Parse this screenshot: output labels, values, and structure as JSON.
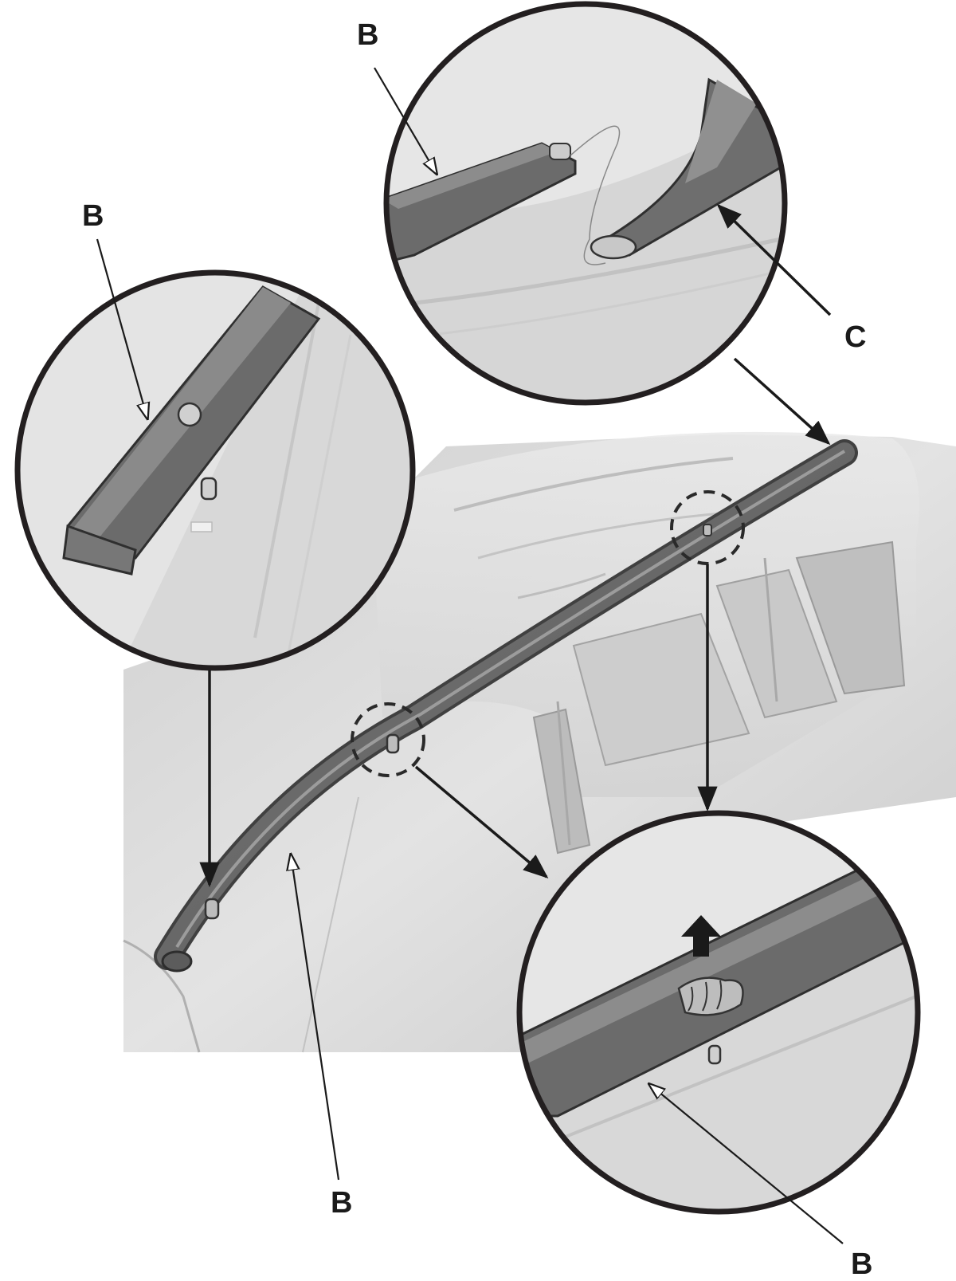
{
  "callouts": {
    "b_top": "B",
    "b_left": "B",
    "c_top_right": "C",
    "b_bottom_center": "B",
    "b_bottom_right": "B"
  },
  "colors": {
    "frame": "#231f20",
    "vehicle_body": "#d9d9d9",
    "molding": "#6f6f6f",
    "leader": "#1a1a1a"
  }
}
